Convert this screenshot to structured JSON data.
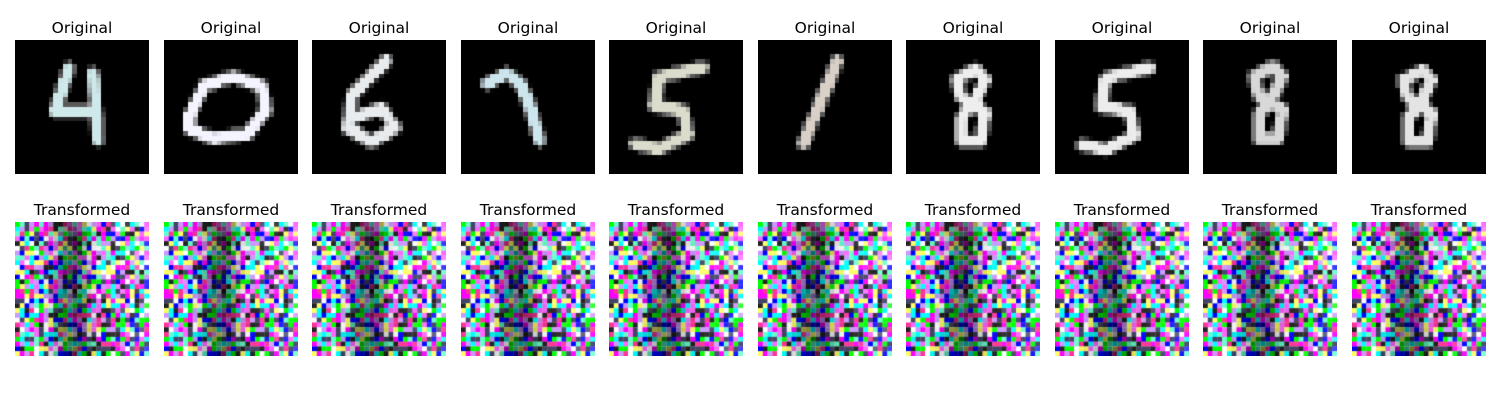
{
  "figure": {
    "rows": [
      {
        "row_title": "Original",
        "kind": "digit",
        "panels": [
          {
            "title": "Original",
            "digit": "4",
            "tint": "#cfe8ea"
          },
          {
            "title": "Original",
            "digit": "0",
            "tint": "#f4f4ff"
          },
          {
            "title": "Original",
            "digit": "6",
            "tint": "#e9ecef"
          },
          {
            "title": "Original",
            "digit": "7",
            "tint": "#cde6ee"
          },
          {
            "title": "Original",
            "digit": "5",
            "tint": "#dcdccc"
          },
          {
            "title": "Original",
            "digit": "1",
            "tint": "#d9d0c8"
          },
          {
            "title": "Original",
            "digit": "8",
            "tint": "#eeeeee"
          },
          {
            "title": "Original",
            "digit": "5",
            "tint": "#ececec"
          },
          {
            "title": "Original",
            "digit": "8",
            "tint": "#d8d8d8"
          },
          {
            "title": "Original",
            "digit": "8",
            "tint": "#e4e4e4"
          }
        ]
      },
      {
        "row_title": "Transformed",
        "kind": "noise",
        "panels": [
          {
            "title": "Transformed"
          },
          {
            "title": "Transformed"
          },
          {
            "title": "Transformed"
          },
          {
            "title": "Transformed"
          },
          {
            "title": "Transformed"
          },
          {
            "title": "Transformed"
          },
          {
            "title": "Transformed"
          },
          {
            "title": "Transformed"
          },
          {
            "title": "Transformed"
          },
          {
            "title": "Transformed"
          }
        ]
      }
    ],
    "colors": {
      "image_background": "#000000",
      "noise_palette": [
        "#ff00ff",
        "#0000ff",
        "#00ff00",
        "#00ffff",
        "#ffffff",
        "#ff66ff",
        "#222222",
        "#444466",
        "#ffff66",
        "#ff3399",
        "#66ffcc",
        "#cc99ff"
      ]
    }
  }
}
